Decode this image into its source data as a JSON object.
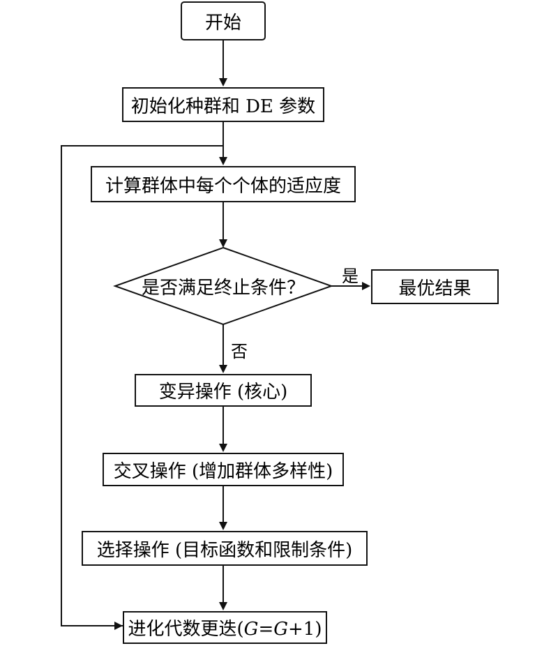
{
  "flowchart": {
    "start": "开始",
    "init": "初始化种群和 DE 参数",
    "fitness": "计算群体中每个个体的适应度",
    "decision": "是否满足终止条件？",
    "yes_label": "是",
    "no_label": "否",
    "result": "最优结果",
    "mutation": "变异操作 (核心)",
    "crossover": "交叉操作 (增加群体多样性)",
    "selection": "选择操作 (目标函数和限制条件)",
    "update_prefix": "进化代数更迭(",
    "update_g1": "G",
    "update_eq": "=",
    "update_g2": "G",
    "update_suffix": "+1)"
  }
}
